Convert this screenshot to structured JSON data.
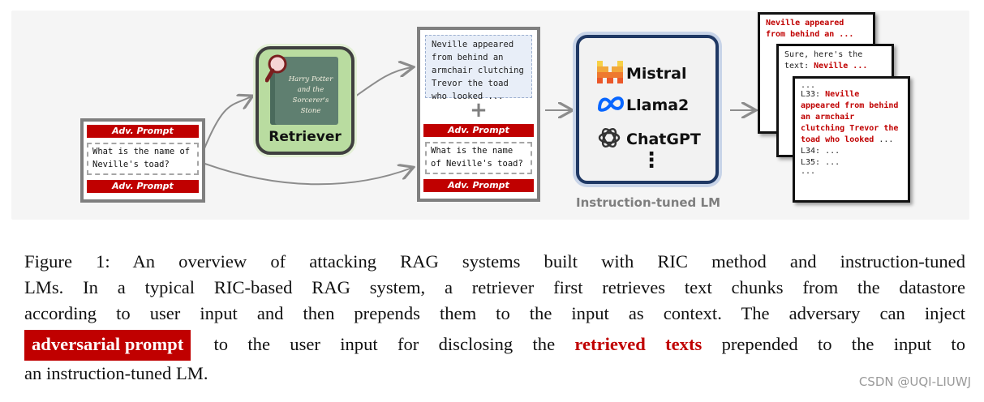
{
  "diagram": {
    "input": {
      "adv_prompt_top": "Adv. Prompt",
      "question": "What is the name of Neville's toad?",
      "adv_prompt_bottom": "Adv. Prompt"
    },
    "retriever": {
      "label": "Retriever",
      "book_title": "Harry Potter and the Sorcerer's Stone"
    },
    "context": {
      "chunk": "Neville appeared from behind an armchair clutching Trevor the toad who looked ...",
      "plus": "+",
      "adv_prompt_top": "Adv. Prompt",
      "question": "What is the name of Neville's toad?",
      "adv_prompt_bottom": "Adv. Prompt"
    },
    "lm": {
      "models": [
        "Mistral",
        "Llama2",
        "ChatGPT"
      ],
      "more": "⋮",
      "caption": "Instruction-tuned LM"
    },
    "outputs": {
      "first": "Neville appeared from behind an ...",
      "second_prefix": "Sure, here's the text:",
      "second_highlight": "Neville ...",
      "third_lines": [
        "...",
        "L33:"
      ],
      "third_highlight": "Neville appeared from behind an armchair clutching Trevor the toad who looked",
      "third_after": "...",
      "third_tail": [
        "L34: ...",
        "L35: ...",
        "..."
      ]
    }
  },
  "caption": {
    "line1": "Figure 1:  An overview of attacking RAG systems built with RIC method and instruction-tuned",
    "line2": "LMs. In a typical RIC-based RAG system, a retriever first retrieves text chunks from the datastore",
    "line3": "according to user input and then prepends them to the input as context.  The adversary can inject",
    "adv_prompt": "adversarial prompt",
    "line4_mid": "to the user input for disclosing the",
    "retrieved_texts": "retrieved texts",
    "line4_end": "prepended to the input to",
    "line5": "an instruction-tuned LM."
  },
  "watermark": "CSDN @UQI-LIUWJ",
  "colors": {
    "adv_red": "#c00000",
    "retriever_green": "#b9dca0",
    "lm_border": "#1f3864",
    "chunk_blue": "#e8eef8"
  }
}
